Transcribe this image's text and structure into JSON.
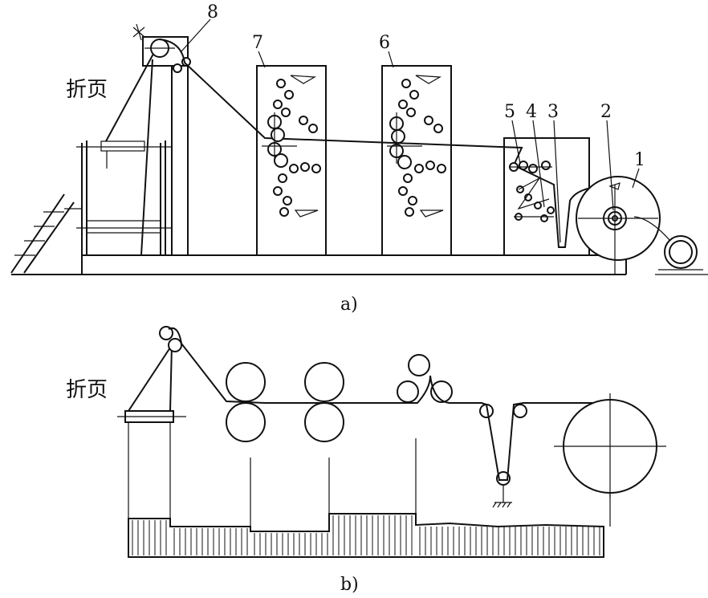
{
  "figure_a": {
    "caption": "a)",
    "fold_label": "折页",
    "numbers": [
      "1",
      "2",
      "3",
      "4",
      "5",
      "6",
      "7",
      "8"
    ]
  },
  "figure_b": {
    "caption": "b)",
    "fold_label": "折页"
  }
}
